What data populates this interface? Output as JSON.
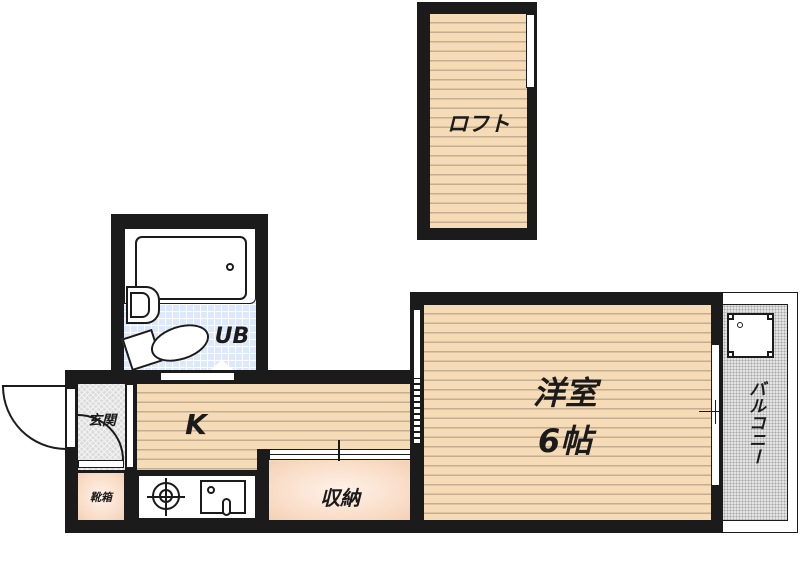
{
  "floorplan": {
    "loft": {
      "label": "ロフト"
    },
    "unit_bath": {
      "label": "UB"
    },
    "entrance": {
      "label": "玄関"
    },
    "shoe_box": {
      "label": "靴箱"
    },
    "kitchen": {
      "label": "K"
    },
    "storage": {
      "label": "収納"
    },
    "western_room": {
      "label_line1": "洋室",
      "label_line2": "6帖"
    },
    "balcony": {
      "label": "バルコニー"
    }
  },
  "colors": {
    "wall": "#1b1b1b",
    "floor_wood": "#f6dcb6",
    "bath_tile": "#dce8fb",
    "storage": "#f9dcc6",
    "balcony": "#e3e3e3"
  }
}
